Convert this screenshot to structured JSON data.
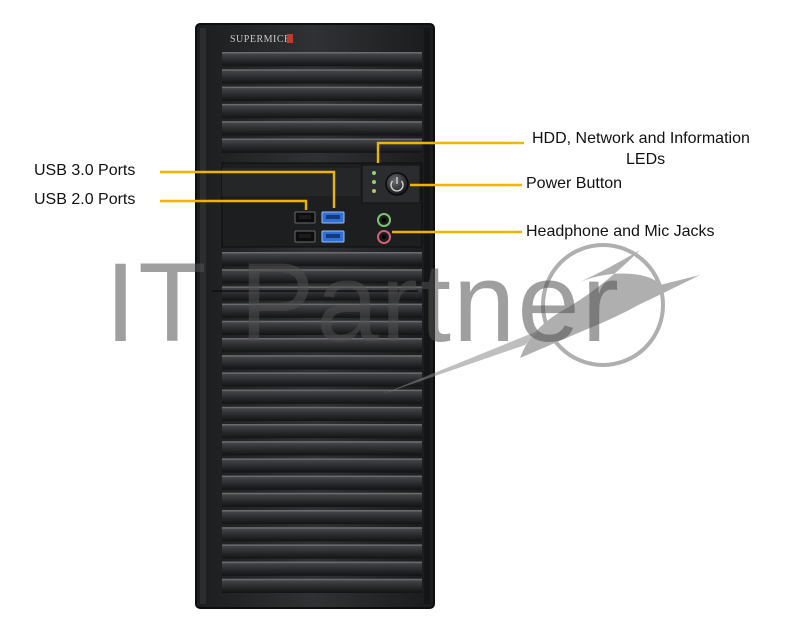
{
  "brand": "SUPERMICR",
  "watermark": "IT Partner",
  "callouts": {
    "hdd_leds_line1": "HDD, Network and Information",
    "hdd_leds_line2": "LEDs",
    "power_button": "Power Button",
    "headphone_mic": "Headphone and Mic Jacks",
    "usb3": "USB 3.0 Ports",
    "usb2": "USB 2.0 Ports"
  },
  "colors": {
    "callout_line": "#f0b400",
    "chassis": "#2a2b2d",
    "usb3_port": "#2e6fd8",
    "mic_jack": "#d0607a",
    "headphone_jack": "#7cc46a",
    "watermark": "#6e6e6e"
  },
  "icons": [
    "power-icon",
    "led-indicator",
    "usb-port",
    "audio-jack"
  ]
}
